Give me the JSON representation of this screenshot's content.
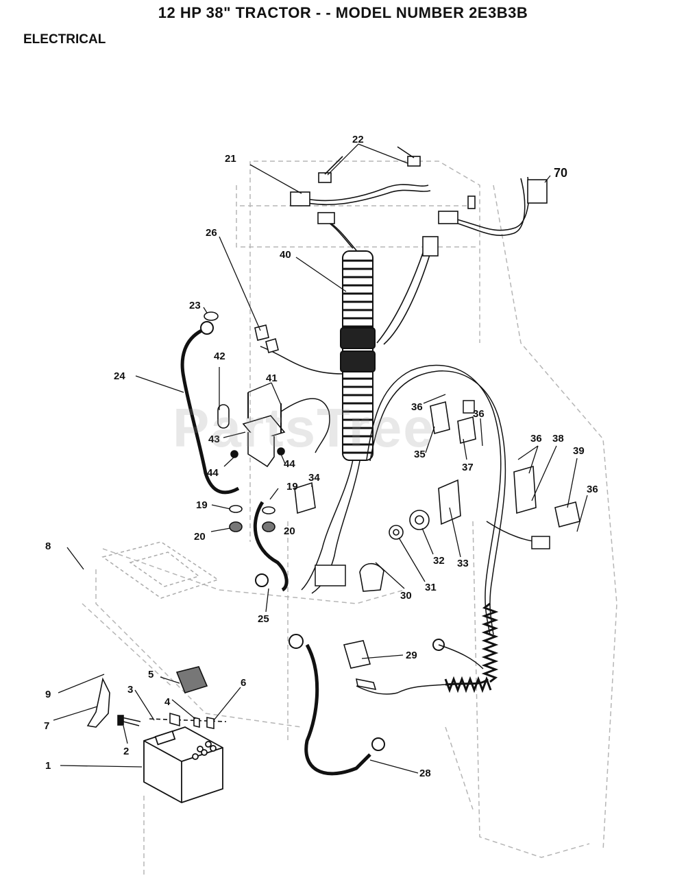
{
  "header": {
    "title": "12 HP 38\" TRACTOR - - MODEL NUMBER 2E3B3B",
    "section": "ELECTRICAL"
  },
  "watermark": "PartsTree",
  "callouts": {
    "c1": "1",
    "c2": "2",
    "c3": "3",
    "c4": "4",
    "c5": "5",
    "c6": "6",
    "c7": "7",
    "c8": "8",
    "c9": "9",
    "c19a": "19",
    "c19b": "19",
    "c20a": "20",
    "c20b": "20",
    "c21": "21",
    "c22": "22",
    "c23": "23",
    "c24": "24",
    "c25": "25",
    "c26": "26",
    "c28": "28",
    "c29": "29",
    "c30": "30",
    "c31": "31",
    "c32": "32",
    "c33": "33",
    "c34": "34",
    "c35": "35",
    "c36a": "36",
    "c36b": "36",
    "c36c": "36",
    "c36d": "36",
    "c37": "37",
    "c38": "38",
    "c39": "39",
    "c40": "40",
    "c41": "41",
    "c42": "42",
    "c43": "43",
    "c44a": "44",
    "c44b": "44",
    "c70": "70"
  }
}
